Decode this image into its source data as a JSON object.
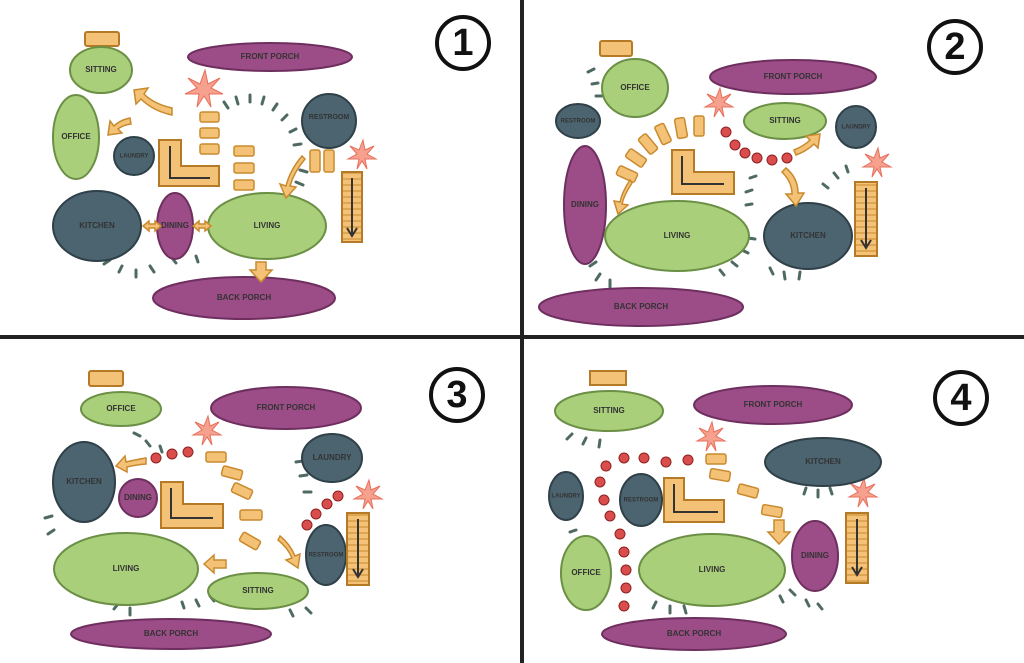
{
  "colors": {
    "green": "#a9cf7a",
    "purple": "#9c4d87",
    "slate": "#4b6470",
    "orange": "#f3c277",
    "orange_stroke": "#c98a2e",
    "dot": "#d94d4d",
    "flower": "#f27f6e",
    "hatch": "#4f6a63",
    "divider": "#222222"
  },
  "panels": [
    {
      "number": "1",
      "rooms": {
        "sitting": "SITTING",
        "office": "OFFICE",
        "laundry": "LAUNDRY",
        "kitchen": "KITCHEN",
        "dining": "DINING",
        "living": "LIVING",
        "front_porch": "FRONT PORCH",
        "back_porch": "BACK PORCH",
        "restroom": "RESTROOM"
      }
    },
    {
      "number": "2",
      "rooms": {
        "office": "OFFICE",
        "restroom": "RESTROOM",
        "dining": "DINING",
        "living": "LIVING",
        "back_porch": "BACK PORCH",
        "front_porch": "FRONT PORCH",
        "sitting": "SITTING",
        "laundry": "LAUNDRY",
        "kitchen": "KITCHEN"
      }
    },
    {
      "number": "3",
      "rooms": {
        "office": "OFFICE",
        "front_porch": "FRONT PORCH",
        "kitchen": "KITCHEN",
        "dining": "DINING",
        "laundry": "LAUNDRY",
        "restroom": "RESTROOM",
        "living": "LIVING",
        "sitting": "SITTING",
        "back_porch": "BACK PORCH"
      }
    },
    {
      "number": "4",
      "rooms": {
        "sitting": "SITTING",
        "front_porch": "FRONT PORCH",
        "kitchen": "KITCHEN",
        "laundry": "LAUNDRY",
        "restroom": "RESTROOM",
        "office": "OFFICE",
        "living": "LIVING",
        "dining": "DINING",
        "back_porch": "BACK PORCH"
      }
    }
  ]
}
